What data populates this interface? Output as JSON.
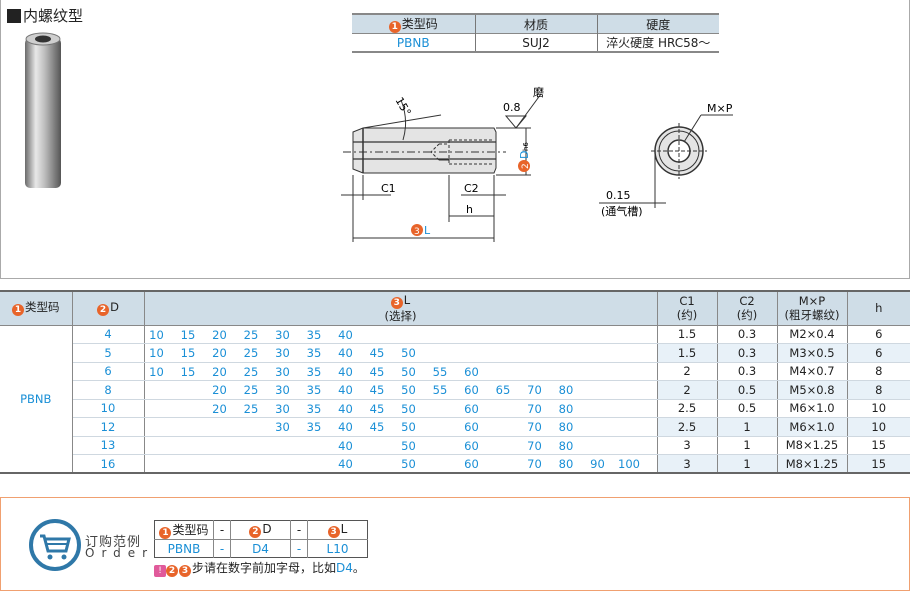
{
  "title": "内螺纹型",
  "spec_table": {
    "headers": [
      {
        "num": "1",
        "label": "类型码"
      },
      {
        "label": "材质"
      },
      {
        "label": "硬度"
      }
    ],
    "row": [
      "PBNB",
      "SUJ2",
      "淬火硬度 HRC58～"
    ]
  },
  "drawing": {
    "angle": "15°",
    "roughness": "0.8",
    "grind": "磨",
    "d_label": "D",
    "d_tol": "h6",
    "d_num": "2",
    "c1": "C1",
    "c2": "C2",
    "h": "h",
    "l_num": "3",
    "l_label": "L",
    "mxp": "M×P",
    "groove": "0.15",
    "groove_label": "(通气槽)"
  },
  "main_table": {
    "headers": {
      "type": "类型码",
      "type_num": "1",
      "d": "D",
      "d_num": "2",
      "l": "L",
      "l_num": "3",
      "l_sub": "(选择)",
      "c1": "C1",
      "c1_sub": "(约)",
      "c2": "C2",
      "c2_sub": "(约)",
      "mxp": "M×P",
      "mxp_sub": "(粗牙螺纹)",
      "h": "h"
    },
    "type_code": "PBNB",
    "l_columns": [
      "10",
      "15",
      "20",
      "25",
      "30",
      "35",
      "40",
      "45",
      "50",
      "55",
      "60",
      "65",
      "70",
      "80",
      "90",
      "100"
    ],
    "rows": [
      {
        "d": "4",
        "l": [
          "10",
          "15",
          "20",
          "25",
          "30",
          "35",
          "40"
        ],
        "c1": "1.5",
        "c2": "0.3",
        "mxp": "M2×0.4",
        "h": "6"
      },
      {
        "d": "5",
        "l": [
          "10",
          "15",
          "20",
          "25",
          "30",
          "35",
          "40",
          "45",
          "50"
        ],
        "c1": "1.5",
        "c2": "0.3",
        "mxp": "M3×0.5",
        "h": "6"
      },
      {
        "d": "6",
        "l": [
          "10",
          "15",
          "20",
          "25",
          "30",
          "35",
          "40",
          "45",
          "50",
          "55",
          "60"
        ],
        "c1": "2",
        "c2": "0.3",
        "mxp": "M4×0.7",
        "h": "8"
      },
      {
        "d": "8",
        "l": [
          "20",
          "25",
          "30",
          "35",
          "40",
          "45",
          "50",
          "55",
          "60",
          "65",
          "70",
          "80"
        ],
        "c1": "2",
        "c2": "0.5",
        "mxp": "M5×0.8",
        "h": "8"
      },
      {
        "d": "10",
        "l": [
          "20",
          "25",
          "30",
          "35",
          "40",
          "45",
          "50",
          "60",
          "70",
          "80"
        ],
        "c1": "2.5",
        "c2": "0.5",
        "mxp": "M6×1.0",
        "h": "10"
      },
      {
        "d": "12",
        "l": [
          "30",
          "35",
          "40",
          "45",
          "50",
          "60",
          "70",
          "80"
        ],
        "c1": "2.5",
        "c2": "1",
        "mxp": "M6×1.0",
        "h": "10"
      },
      {
        "d": "13",
        "l": [
          "40",
          "50",
          "60",
          "70",
          "80"
        ],
        "c1": "3",
        "c2": "1",
        "mxp": "M8×1.25",
        "h": "15"
      },
      {
        "d": "16",
        "l": [
          "40",
          "50",
          "60",
          "70",
          "80",
          "90",
          "100"
        ],
        "c1": "3",
        "c2": "1",
        "mxp": "M8×1.25",
        "h": "15"
      }
    ]
  },
  "order": {
    "label_cn": "订购范例",
    "label_en": "Order",
    "headers": [
      "类型码",
      "-",
      "D",
      "-",
      "L"
    ],
    "header_nums": [
      "1",
      "2",
      "3"
    ],
    "values": [
      "PBNB",
      "-",
      "D4",
      "-",
      "L10"
    ],
    "note_icon": "!",
    "note_nums": [
      "2",
      "3"
    ],
    "note": "步请在数字前加字母，比如",
    "note_example": "D4",
    "note_end": "。"
  },
  "colors": {
    "accent": "#1a8fd6",
    "badge": "#e8642a",
    "header_bg": "#cfdde7",
    "order_border": "#f0a070"
  }
}
